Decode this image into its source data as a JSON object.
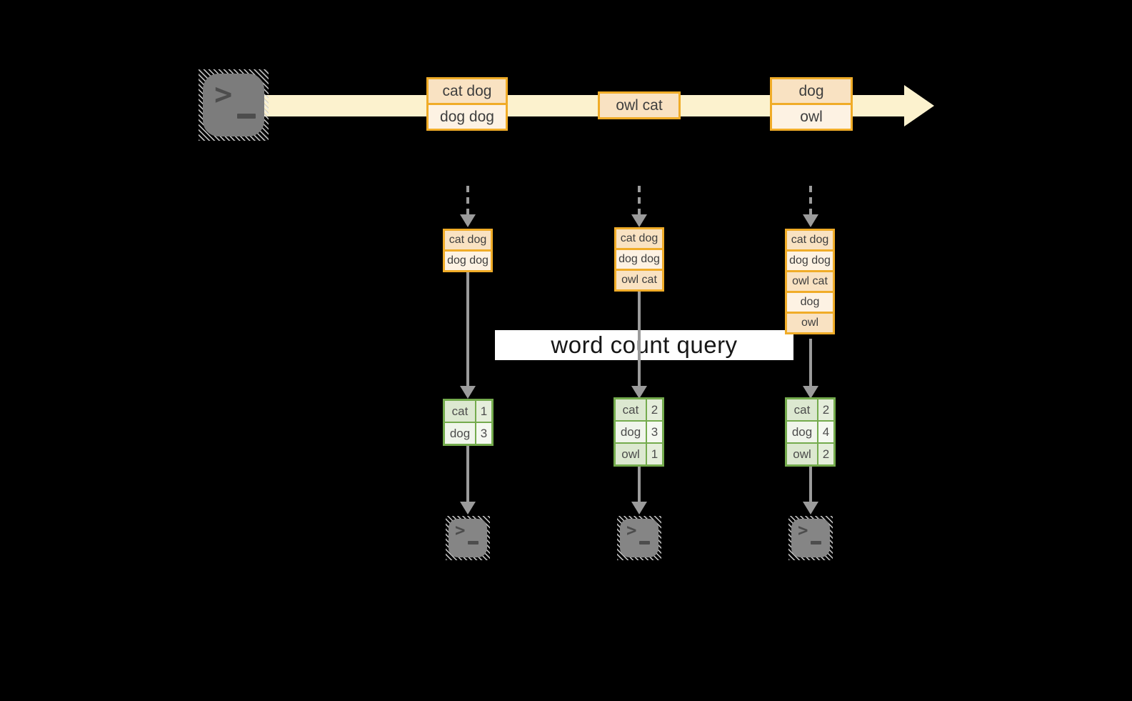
{
  "labels": {
    "query": "word count query"
  },
  "icons": {
    "terminal_glyph": ">"
  },
  "stream": {
    "batches": [
      {
        "lines": [
          "cat dog",
          "dog dog"
        ]
      },
      {
        "lines": [
          "owl cat"
        ]
      },
      {
        "lines": [
          "dog",
          "owl"
        ]
      }
    ]
  },
  "columns": [
    {
      "state": [
        "cat dog",
        "dog dog"
      ],
      "counts": [
        {
          "word": "cat",
          "count": "1"
        },
        {
          "word": "dog",
          "count": "3"
        }
      ]
    },
    {
      "state": [
        "cat dog",
        "dog dog",
        "owl cat"
      ],
      "counts": [
        {
          "word": "cat",
          "count": "2"
        },
        {
          "word": "dog",
          "count": "3"
        },
        {
          "word": "owl",
          "count": "1"
        }
      ]
    },
    {
      "state": [
        "cat dog",
        "dog dog",
        "owl cat",
        "dog",
        "owl"
      ],
      "counts": [
        {
          "word": "cat",
          "count": "2"
        },
        {
          "word": "dog",
          "count": "4"
        },
        {
          "word": "owl",
          "count": "2"
        }
      ]
    }
  ],
  "colors": {
    "background": "#000000",
    "stream_band": "#FCF2CE",
    "box_border": "#F0AC28",
    "box_fill_dark": "#F9E2C2",
    "box_fill_light": "#FDF2E3",
    "table_border": "#74AB4D",
    "table_fill_dark": "#DCE8D0",
    "table_fill_light": "#F0F5EB",
    "arrow_gray": "#9B9B9B",
    "icon_gray": "#7C7C7C",
    "label_bg": "#FFFFFF"
  }
}
